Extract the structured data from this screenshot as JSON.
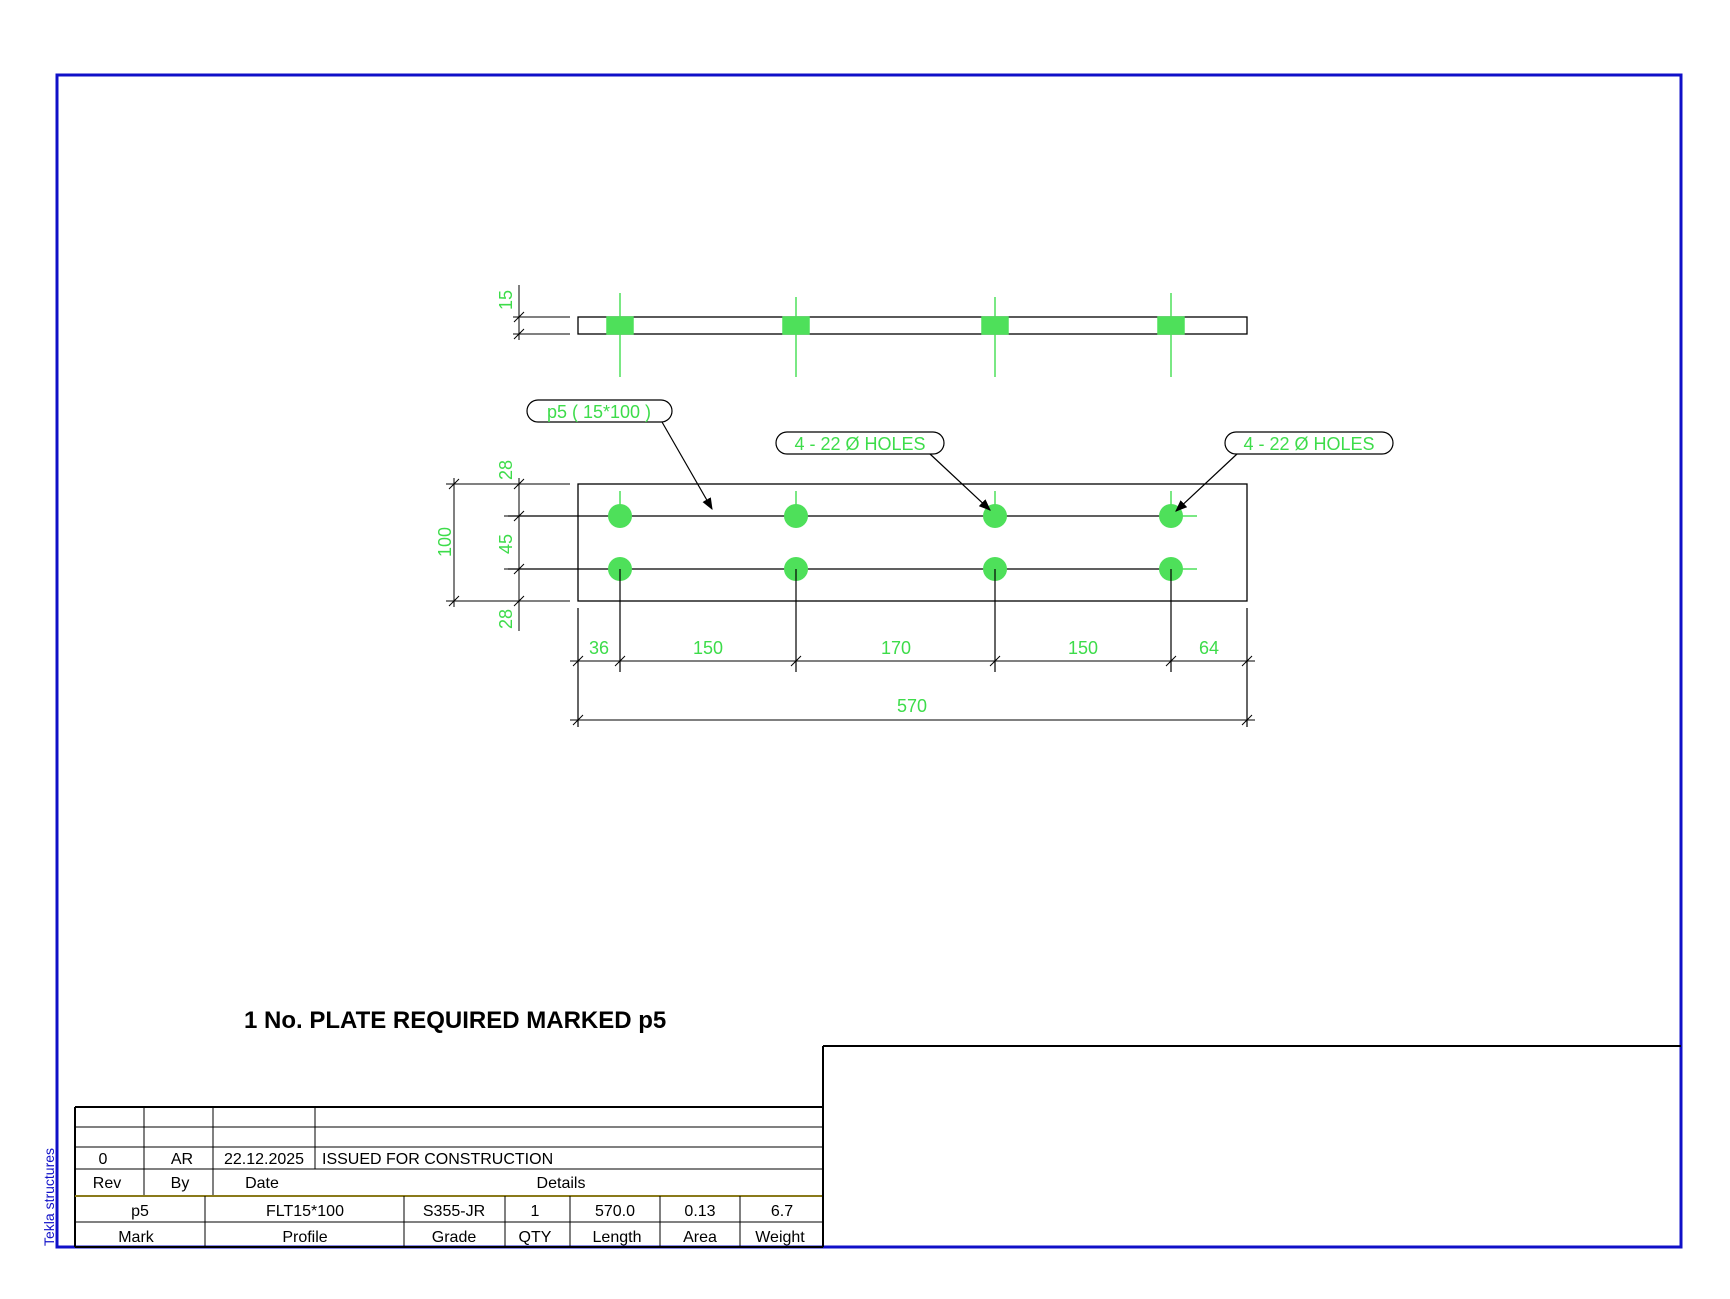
{
  "colors": {
    "frame": "#1010c8",
    "dimension": "#3ddc4a",
    "line": "#000000"
  },
  "side_view": {
    "thickness_dim": "15"
  },
  "plan_view": {
    "width_dims": {
      "total": "100",
      "top_edge": "28",
      "gauge": "45",
      "bottom_edge": "28"
    },
    "length_dims": [
      "36",
      "150",
      "170",
      "150",
      "64"
    ],
    "total_length": "570"
  },
  "labels": {
    "part_label": "p5 ( 15*100 )",
    "holes_label_1": "4 - 22 Ø HOLES",
    "holes_label_2": "4 - 22 Ø HOLES"
  },
  "drawing_note": "1 No. PLATE REQUIRED MARKED p5",
  "vendor_tag": "Tekla structures",
  "revision_table": {
    "rows": [
      {
        "rev": "",
        "by": "",
        "date": "",
        "details": ""
      },
      {
        "rev": "",
        "by": "",
        "date": "",
        "details": ""
      },
      {
        "rev": "0",
        "by": "AR",
        "date": "22.12.2025",
        "details": "ISSUED FOR CONSTRUCTION"
      }
    ],
    "headers": {
      "rev": "Rev",
      "by": "By",
      "date": "Date",
      "details": "Details"
    }
  },
  "part_table": {
    "values": {
      "mark": "p5",
      "profile": "FLT15*100",
      "grade": "S355-JR",
      "qty": "1",
      "length": "570.0",
      "area": "0.13",
      "weight": "6.7"
    },
    "headers": {
      "mark": "Mark",
      "profile": "Profile",
      "grade": "Grade",
      "qty": "QTY",
      "length": "Length",
      "area": "Area",
      "weight": "Weight"
    }
  }
}
